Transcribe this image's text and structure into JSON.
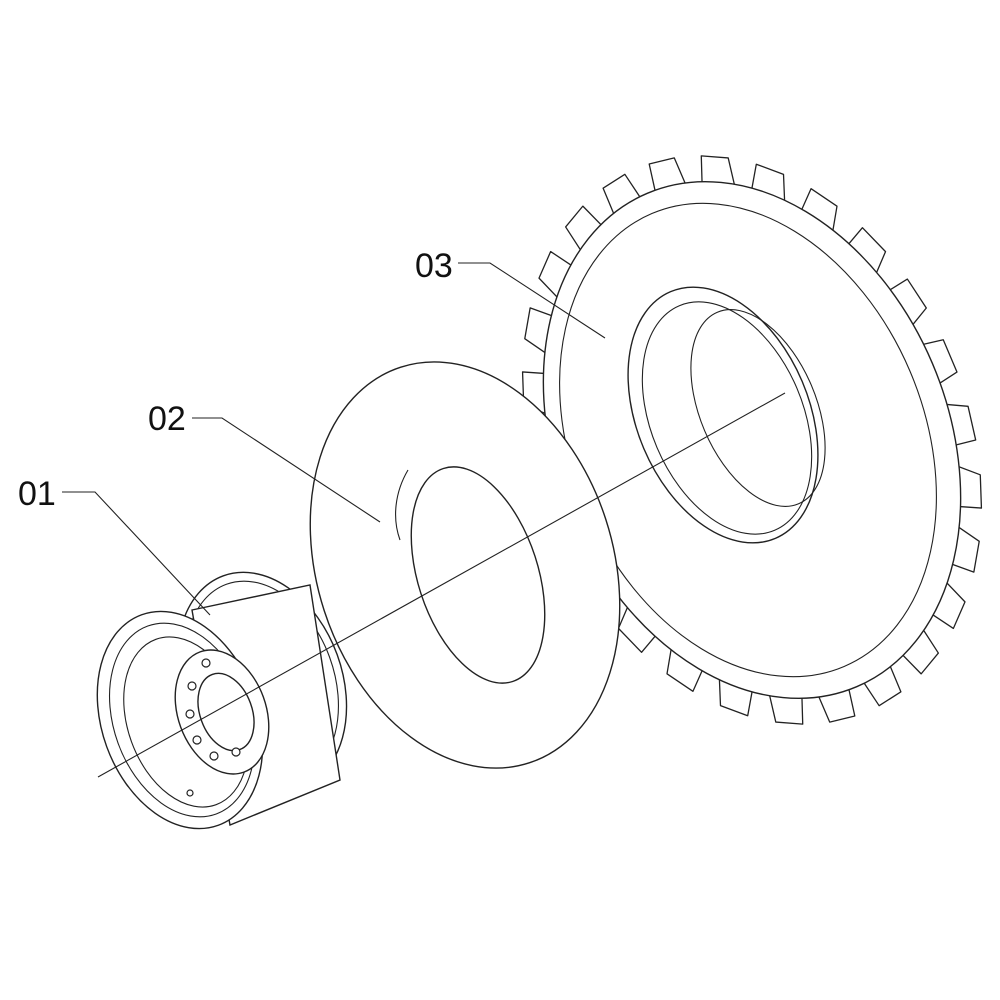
{
  "diagram": {
    "type": "exploded-parts-view",
    "callouts": [
      {
        "id": "01",
        "label": "01"
      },
      {
        "id": "02",
        "label": "02"
      },
      {
        "id": "03",
        "label": "03"
      }
    ],
    "line_color": "#222222",
    "background": "#ffffff"
  }
}
